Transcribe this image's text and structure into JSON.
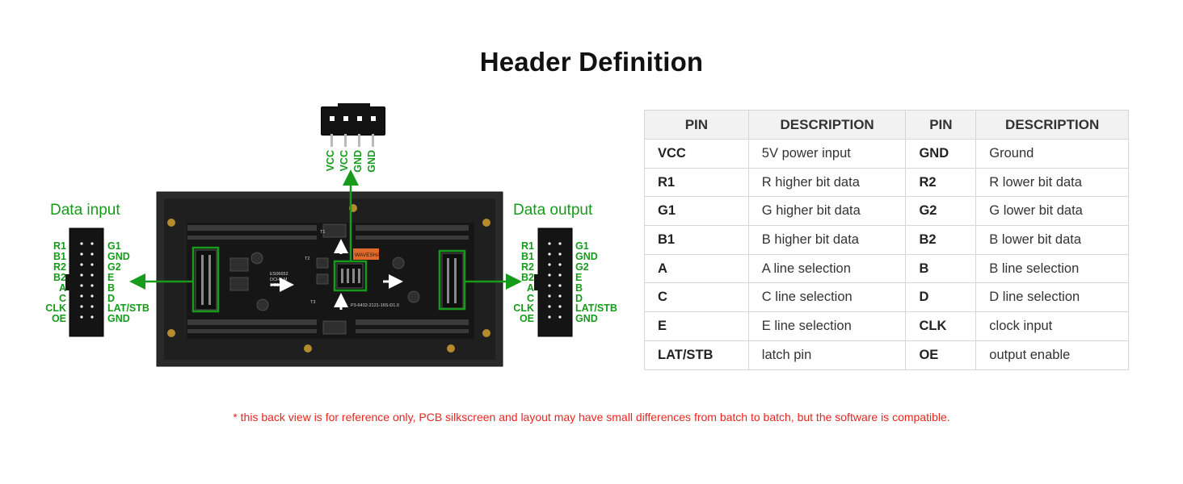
{
  "title": "Header Definition",
  "labels": {
    "data_input": "Data input",
    "data_output": "Data output"
  },
  "power_pins": [
    "VCC",
    "VCC",
    "GND",
    "GND"
  ],
  "left_pins": [
    "R1",
    "B1",
    "R2",
    "B2",
    "A",
    "C",
    "CLK",
    "OE"
  ],
  "right_pins": [
    "G1",
    "GND",
    "G2",
    "E",
    "B",
    "D",
    "LAT/STB",
    "GND"
  ],
  "table": {
    "headers": [
      "PIN",
      "DESCRIPTION",
      "PIN",
      "DESCRIPTION"
    ],
    "rows": [
      [
        "VCC",
        "5V power input",
        "GND",
        "Ground"
      ],
      [
        "R1",
        "R higher bit data",
        "R2",
        "R lower bit data"
      ],
      [
        "G1",
        "G higher bit data",
        "G2",
        "G lower bit data"
      ],
      [
        "B1",
        "B higher bit data",
        "B2",
        "B lower bit data"
      ],
      [
        "A",
        "A line selection",
        "B",
        "B line selection"
      ],
      [
        "C",
        "C line selection",
        "D",
        "D line selection"
      ],
      [
        "E",
        "E line selection",
        "CLK",
        "clock input"
      ],
      [
        "LAT/STB",
        "latch pin",
        "OE",
        "output enable"
      ]
    ]
  },
  "pcb": {
    "brand": "WAVESHARE",
    "silkscreen": [
      "ES06652",
      "DCHY-M",
      "L-21",
      "P3-6432-2121-16S-D1.0",
      "T1",
      "T2",
      "T3"
    ]
  },
  "note": "* this back view is for reference only, PCB silkscreen and layout may have small differences from batch to batch, but the software is compatible.",
  "colors": {
    "accent_green": "#169b1b",
    "note_red": "#e8261f",
    "board": "#1c1c1c"
  }
}
